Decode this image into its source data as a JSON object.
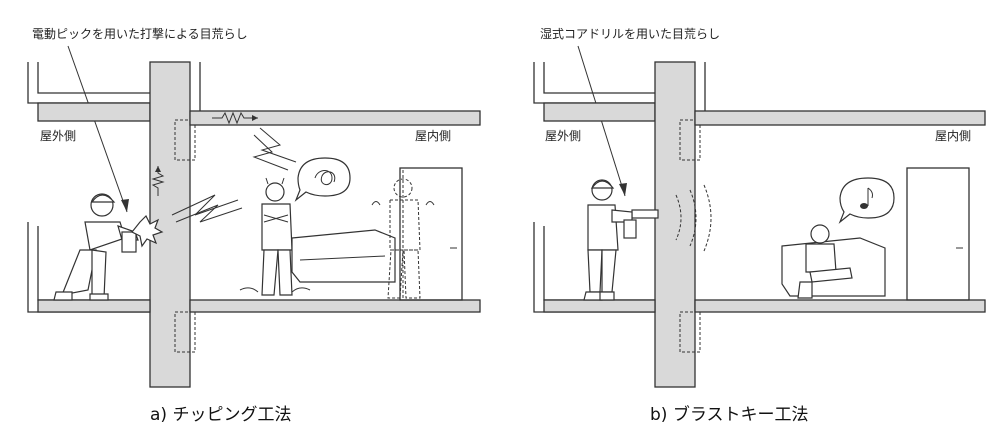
{
  "panel_a": {
    "annotation": "電動ピックを用いた打撃による目荒らし",
    "outdoor_label": "屋外側",
    "indoor_label": "屋内側",
    "caption": "a) チッピング工法"
  },
  "panel_b": {
    "annotation": "湿式コアドリルを用いた目荒らし",
    "outdoor_label": "屋外側",
    "indoor_label": "屋内側",
    "caption": "b) ブラストキー工法"
  },
  "colors": {
    "wall_fill": "#d9d9d9",
    "line": "#333333",
    "background": "#ffffff"
  },
  "icons": [
    "hard-hat-worker",
    "electric-pick",
    "core-drill",
    "lightning-noise",
    "speech-bubble-angry",
    "speech-bubble-music",
    "door",
    "sofa"
  ]
}
